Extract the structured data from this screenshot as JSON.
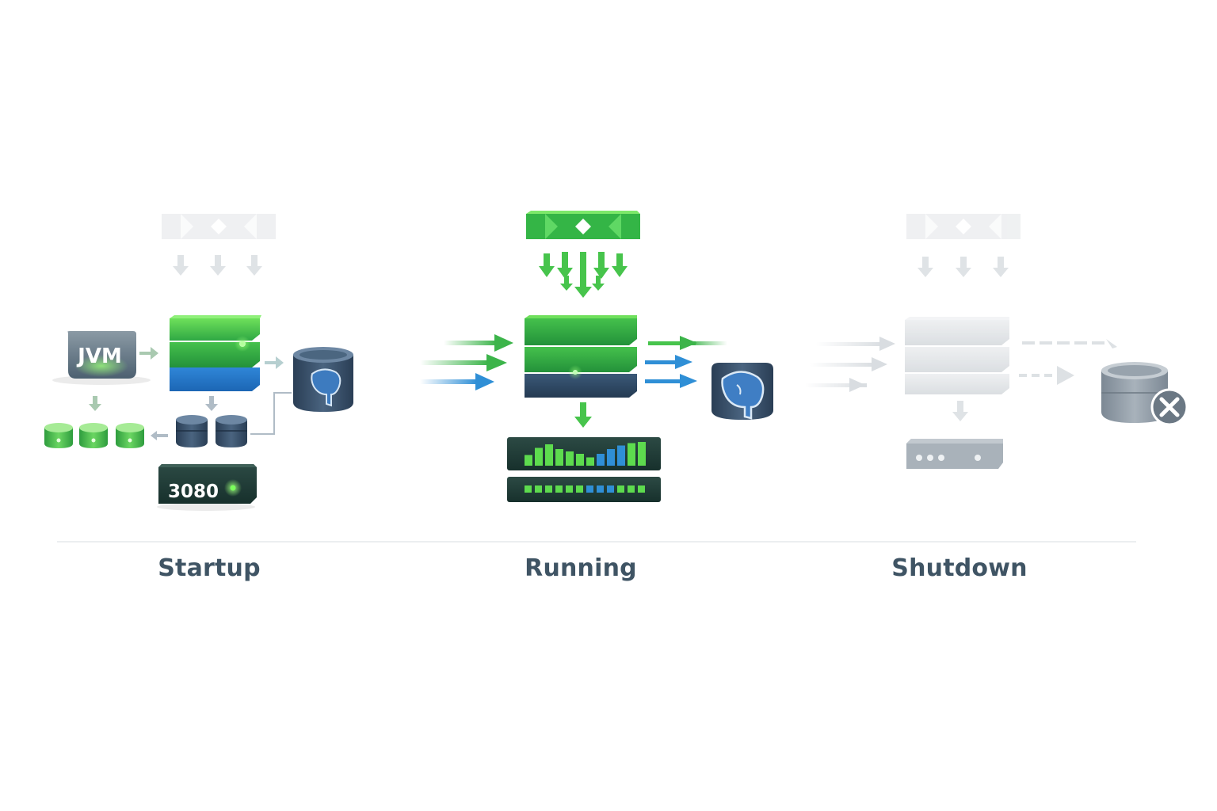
{
  "phases": [
    {
      "id": "startup",
      "label": "Startup"
    },
    {
      "id": "running",
      "label": "Running"
    },
    {
      "id": "shutdown",
      "label": "Shutdown"
    }
  ],
  "startup": {
    "runtime_label": "JVM",
    "port_label": "3080"
  },
  "running": {
    "throughput_bars": [
      0.45,
      0.75,
      0.9,
      0.7,
      0.6,
      0.5,
      0.35,
      0.5,
      0.7,
      0.85,
      0.95,
      1.0
    ],
    "activity_leds": 12
  },
  "colors": {
    "green": "#3cb44a",
    "bright_green": "#5ddb4e",
    "blue": "#2f8fd6",
    "navy": "#2f4a66",
    "faded": "#d9dde1",
    "label": "#3f5464",
    "error": "#6b7884"
  }
}
